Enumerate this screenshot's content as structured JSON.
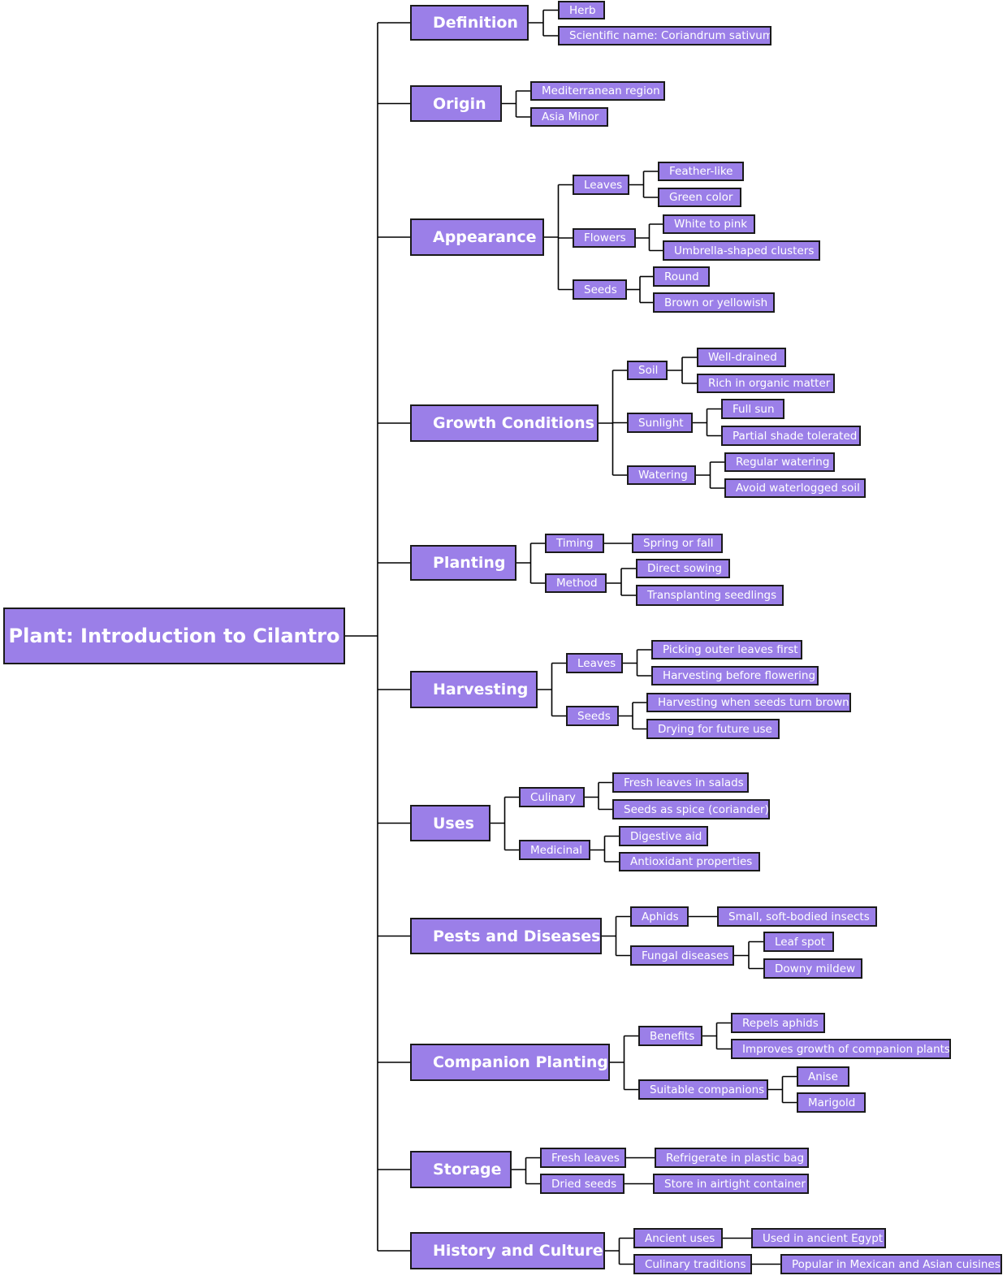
{
  "colors": {
    "node_fill": "#9b7fe8",
    "node_border": "#1a1a1a",
    "text": "#ffffff",
    "line": "#000000"
  },
  "root": "Plant: Introduction to Cilantro",
  "categories": [
    {
      "label": "Definition",
      "children": [
        {
          "label": "Herb"
        },
        {
          "label": "Scientific name: Coriandrum sativum"
        }
      ]
    },
    {
      "label": "Origin",
      "children": [
        {
          "label": "Mediterranean region"
        },
        {
          "label": "Asia Minor"
        }
      ]
    },
    {
      "label": "Appearance",
      "children": [
        {
          "label": "Leaves",
          "children": [
            {
              "label": "Feather-like"
            },
            {
              "label": "Green color"
            }
          ]
        },
        {
          "label": "Flowers",
          "children": [
            {
              "label": "White to pink"
            },
            {
              "label": "Umbrella-shaped clusters"
            }
          ]
        },
        {
          "label": "Seeds",
          "children": [
            {
              "label": "Round"
            },
            {
              "label": "Brown or yellowish"
            }
          ]
        }
      ]
    },
    {
      "label": "Growth Conditions",
      "children": [
        {
          "label": "Soil",
          "children": [
            {
              "label": "Well-drained"
            },
            {
              "label": "Rich in organic matter"
            }
          ]
        },
        {
          "label": "Sunlight",
          "children": [
            {
              "label": "Full sun"
            },
            {
              "label": "Partial shade tolerated"
            }
          ]
        },
        {
          "label": "Watering",
          "children": [
            {
              "label": "Regular watering"
            },
            {
              "label": "Avoid waterlogged soil"
            }
          ]
        }
      ]
    },
    {
      "label": "Planting",
      "children": [
        {
          "label": "Timing",
          "children": [
            {
              "label": "Spring or fall"
            }
          ]
        },
        {
          "label": "Method",
          "children": [
            {
              "label": "Direct sowing"
            },
            {
              "label": "Transplanting seedlings"
            }
          ]
        }
      ]
    },
    {
      "label": "Harvesting",
      "children": [
        {
          "label": "Leaves",
          "children": [
            {
              "label": "Picking outer leaves first"
            },
            {
              "label": "Harvesting before flowering"
            }
          ]
        },
        {
          "label": "Seeds",
          "children": [
            {
              "label": "Harvesting when seeds turn brown"
            },
            {
              "label": "Drying for future use"
            }
          ]
        }
      ]
    },
    {
      "label": "Uses",
      "children": [
        {
          "label": "Culinary",
          "children": [
            {
              "label": "Fresh leaves in salads"
            },
            {
              "label": "Seeds as spice (coriander)"
            }
          ]
        },
        {
          "label": "Medicinal",
          "children": [
            {
              "label": "Digestive aid"
            },
            {
              "label": "Antioxidant properties"
            }
          ]
        }
      ]
    },
    {
      "label": "Pests and Diseases",
      "children": [
        {
          "label": "Aphids",
          "children": [
            {
              "label": "Small, soft-bodied insects"
            }
          ]
        },
        {
          "label": "Fungal diseases",
          "children": [
            {
              "label": "Leaf spot"
            },
            {
              "label": "Downy mildew"
            }
          ]
        }
      ]
    },
    {
      "label": "Companion Planting",
      "children": [
        {
          "label": "Benefits",
          "children": [
            {
              "label": "Repels aphids"
            },
            {
              "label": "Improves growth of companion plants"
            }
          ]
        },
        {
          "label": "Suitable companions",
          "children": [
            {
              "label": "Anise"
            },
            {
              "label": "Marigold"
            }
          ]
        }
      ]
    },
    {
      "label": "Storage",
      "children": [
        {
          "label": "Fresh leaves",
          "children": [
            {
              "label": "Refrigerate in plastic bag"
            }
          ]
        },
        {
          "label": "Dried seeds",
          "children": [
            {
              "label": "Store in airtight container"
            }
          ]
        }
      ]
    },
    {
      "label": "History and Culture",
      "children": [
        {
          "label": "Ancient uses",
          "children": [
            {
              "label": "Used in ancient Egypt"
            }
          ]
        },
        {
          "label": "Culinary traditions",
          "children": [
            {
              "label": "Popular in Mexican and Asian cuisines"
            }
          ]
        }
      ]
    }
  ]
}
